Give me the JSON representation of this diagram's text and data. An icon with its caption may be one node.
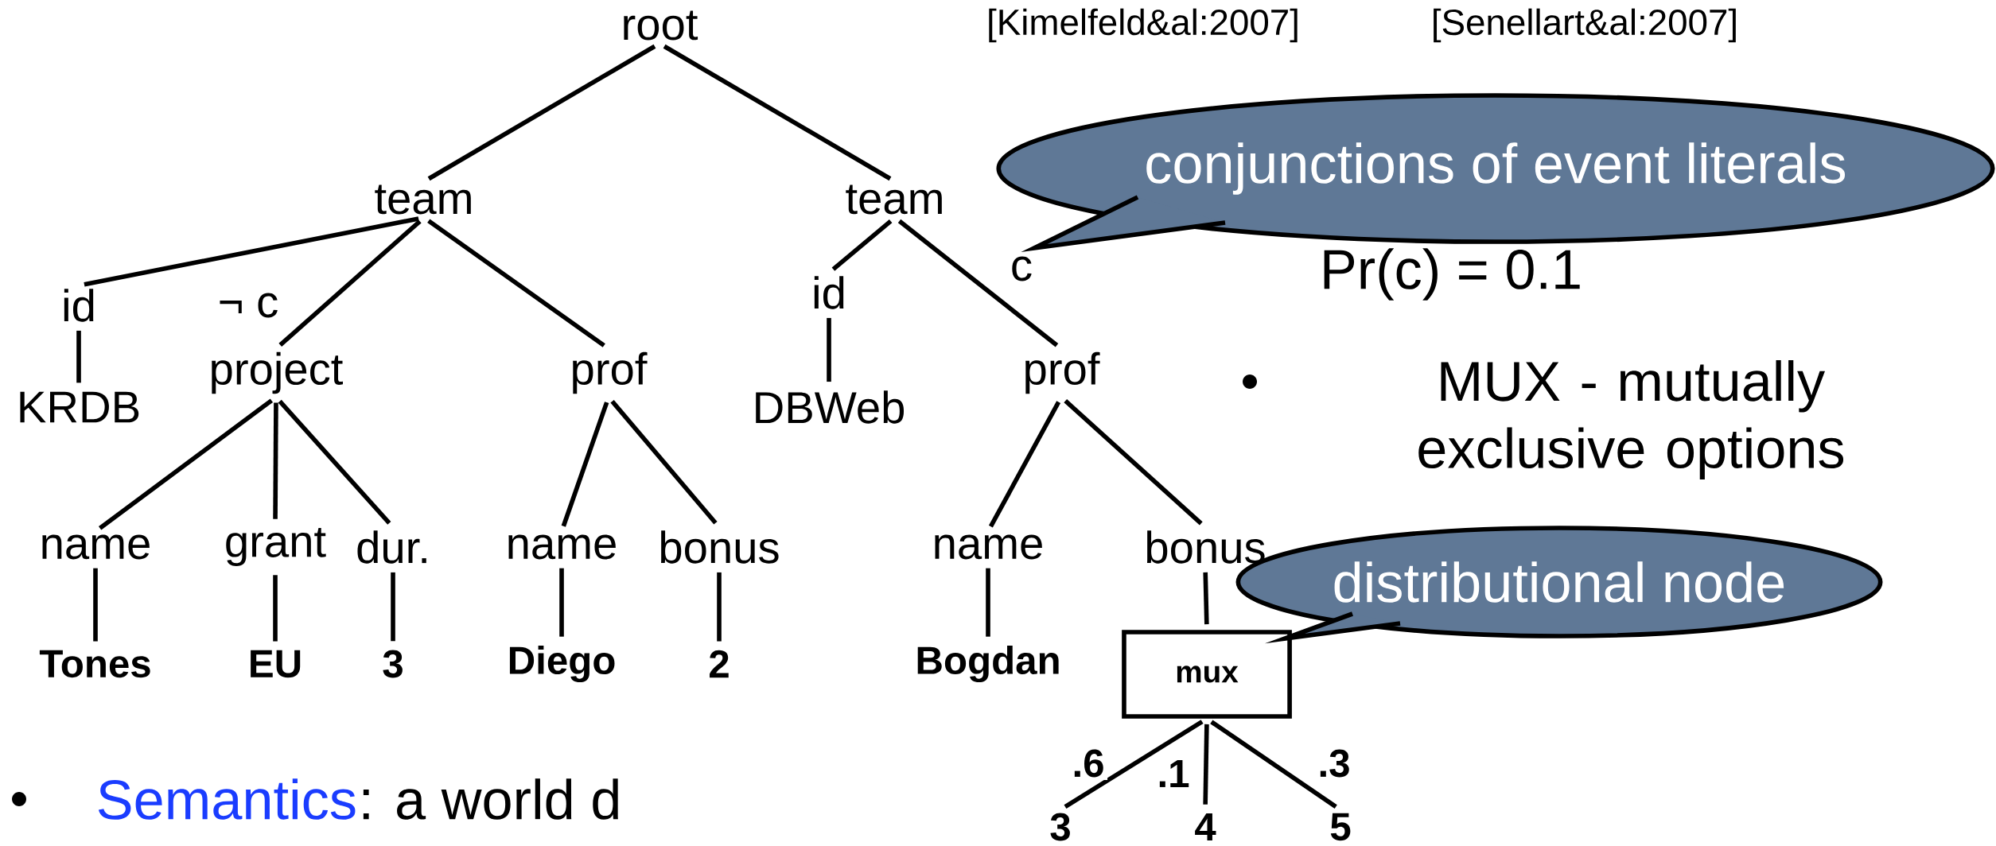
{
  "diagram": {
    "nodes": [
      {
        "text": [
          "root"
        ]
      },
      {
        "text": [
          "team"
        ]
      },
      {
        "text": [
          "team"
        ]
      },
      {
        "text": [
          "id"
        ]
      },
      {
        "text": [
          "project"
        ]
      },
      {
        "text": [
          "prof"
        ]
      },
      {
        "text": [
          "KRDB"
        ]
      },
      {
        "text": [
          "name"
        ]
      },
      {
        "text": [
          "grant"
        ]
      },
      {
        "text": [
          "dur."
        ]
      },
      {
        "text": [
          "name"
        ]
      },
      {
        "text": [
          "bonus"
        ]
      },
      {
        "text": [
          "Tones"
        ]
      },
      {
        "text": [
          "EU"
        ]
      },
      {
        "text": [
          "3"
        ]
      },
      {
        "text": [
          "Diego"
        ]
      },
      {
        "text": [
          "2"
        ]
      },
      {
        "text": [
          "id"
        ]
      },
      {
        "text": [
          "prof"
        ]
      },
      {
        "text": [
          "DBWeb"
        ]
      },
      {
        "text": [
          "name"
        ]
      },
      {
        "text": [
          "bonus"
        ]
      },
      {
        "text": [
          "Bogdan"
        ]
      },
      {
        "text": [
          "mux"
        ]
      },
      {
        "text": [
          "3"
        ]
      },
      {
        "text": [
          "4"
        ]
      },
      {
        "text": [
          "5"
        ]
      },
      {
        "text": [
          "conjunctions of event literals"
        ]
      },
      {
        "text": [
          "distributional node"
        ]
      }
    ],
    "edges": [
      {
        "from": 0,
        "to": 1,
        "arrow": "none"
      },
      {
        "from": 0,
        "to": 2,
        "arrow": "none"
      },
      {
        "from": 1,
        "to": 3,
        "arrow": "none"
      },
      {
        "from": 1,
        "to": 4,
        "arrow": "none",
        "label": "¬ c"
      },
      {
        "from": 1,
        "to": 5,
        "arrow": "none"
      },
      {
        "from": 3,
        "to": 6,
        "arrow": "none"
      },
      {
        "from": 4,
        "to": 7,
        "arrow": "none"
      },
      {
        "from": 4,
        "to": 8,
        "arrow": "none"
      },
      {
        "from": 4,
        "to": 9,
        "arrow": "none"
      },
      {
        "from": 5,
        "to": 10,
        "arrow": "none"
      },
      {
        "from": 5,
        "to": 11,
        "arrow": "none"
      },
      {
        "from": 7,
        "to": 12,
        "arrow": "none"
      },
      {
        "from": 8,
        "to": 13,
        "arrow": "none"
      },
      {
        "from": 9,
        "to": 14,
        "arrow": "none"
      },
      {
        "from": 10,
        "to": 15,
        "arrow": "none"
      },
      {
        "from": 11,
        "to": 16,
        "arrow": "none"
      },
      {
        "from": 2,
        "to": 17,
        "arrow": "none"
      },
      {
        "from": 2,
        "to": 18,
        "arrow": "none",
        "label": "c"
      },
      {
        "from": 17,
        "to": 19,
        "arrow": "none"
      },
      {
        "from": 18,
        "to": 20,
        "arrow": "none"
      },
      {
        "from": 18,
        "to": 21,
        "arrow": "none"
      },
      {
        "from": 20,
        "to": 22,
        "arrow": "none"
      },
      {
        "from": 21,
        "to": 23,
        "arrow": "none"
      },
      {
        "from": 23,
        "to": 24,
        "arrow": "none",
        "label": ".6"
      },
      {
        "from": 23,
        "to": 25,
        "arrow": "none",
        "label": ".1"
      },
      {
        "from": 23,
        "to": 26,
        "arrow": "none",
        "label": ".3"
      },
      {
        "from": 28,
        "to": 23,
        "arrow": "none"
      }
    ],
    "labels": [
      "[Kimelfeld&al:2007]",
      "[Senellart&al:2007]",
      "Pr(c) = 0.1",
      "MUX - mutually exclusive options",
      "Semantics",
      ": a world d"
    ]
  }
}
